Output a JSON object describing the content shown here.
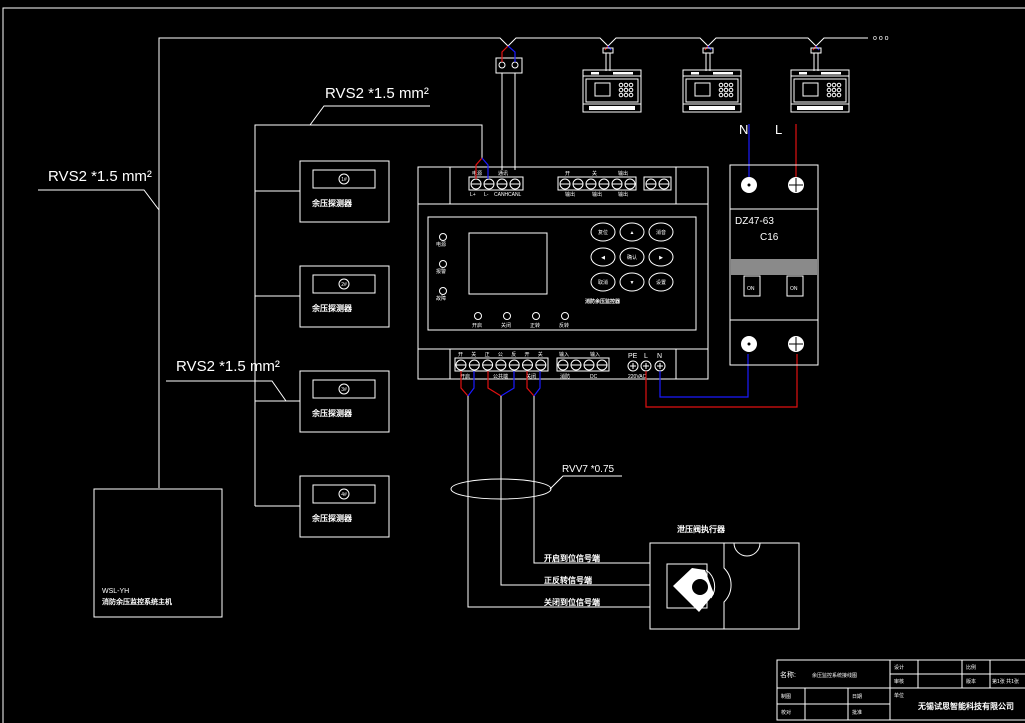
{
  "diagram": {
    "type": "electrical wiring diagram",
    "cables": {
      "left_bus": "RVS2 *1.5 mm²",
      "top_bus": "RVS2 *1.5 mm²",
      "mid_bus": "RVS2 *1.5 mm²",
      "signal_bundle": "RVV7 *0.75"
    },
    "continuation_dots": "o o o",
    "power_labels": {
      "neutral": "N",
      "live": "L"
    },
    "breaker": {
      "model": "DZ47-63",
      "rating": "C16",
      "switch_left": "ON",
      "switch_right": "ON"
    },
    "detectors": [
      {
        "label": "余压探测器",
        "badge": "1#"
      },
      {
        "label": "余压探测器",
        "badge": "2#"
      },
      {
        "label": "余压探测器",
        "badge": "3#"
      },
      {
        "label": "余压探测器",
        "badge": "4#"
      }
    ],
    "controller": {
      "title": "消防余压监控器",
      "top_terminals_left": [
        "电源",
        "通讯"
      ],
      "top_terminal_sub": [
        "L+",
        "L-",
        "CANH",
        "CANL"
      ],
      "top_terminals_mid": [
        "开",
        "关",
        "输出"
      ],
      "top_terminals_mid_sub": [
        "输出",
        "输出",
        "输出"
      ],
      "keys": [
        "复位",
        "▲",
        "消音",
        "◀",
        "确认",
        "▶",
        "取消",
        "▼",
        "设置"
      ],
      "indicators_left": [
        "电源",
        "报警",
        "故障"
      ],
      "indicators_bottom": [
        "开启",
        "关闭",
        "正转",
        "反转"
      ],
      "bottom_terminals": [
        "开",
        "关",
        "正",
        "公",
        "反",
        "开",
        "关"
      ],
      "bottom_sub": [
        "开启",
        "公共端",
        "关闭"
      ],
      "bottom_terminals_mid": [
        "输入",
        "输入"
      ],
      "bottom_terminals_mid_sub": [
        "消防",
        "DC"
      ],
      "power_terminals": [
        "PE",
        "L",
        "N"
      ],
      "power_sub": "220VAC"
    },
    "main_panel": {
      "model": "WSL-YH",
      "name": "消防余压监控系统主机"
    },
    "actuator": {
      "title": "泄压阀执行器",
      "signals": [
        "开启到位信号端",
        "正反转信号端",
        "关闭到位信号端"
      ]
    },
    "title_block": {
      "name_label": "名称:",
      "name_value": "余压监控系统接线图",
      "row1_right": [
        "设计",
        "",
        "比例",
        ""
      ],
      "row2_right": [
        "审核",
        "",
        "版本",
        "第1张 共1张"
      ],
      "row3_left": [
        "制图",
        "",
        "日期",
        ""
      ],
      "row4_left": [
        "校对",
        "",
        "批准",
        ""
      ],
      "company_label": "单位",
      "company": "无锡试思智能科技有限公司"
    },
    "colors": {
      "background": "#000000",
      "line": "#ffffff",
      "live_wire": "#e01010",
      "neutral_wire": "#1a1aff",
      "breaker_handle": "#8a8a8a"
    }
  }
}
